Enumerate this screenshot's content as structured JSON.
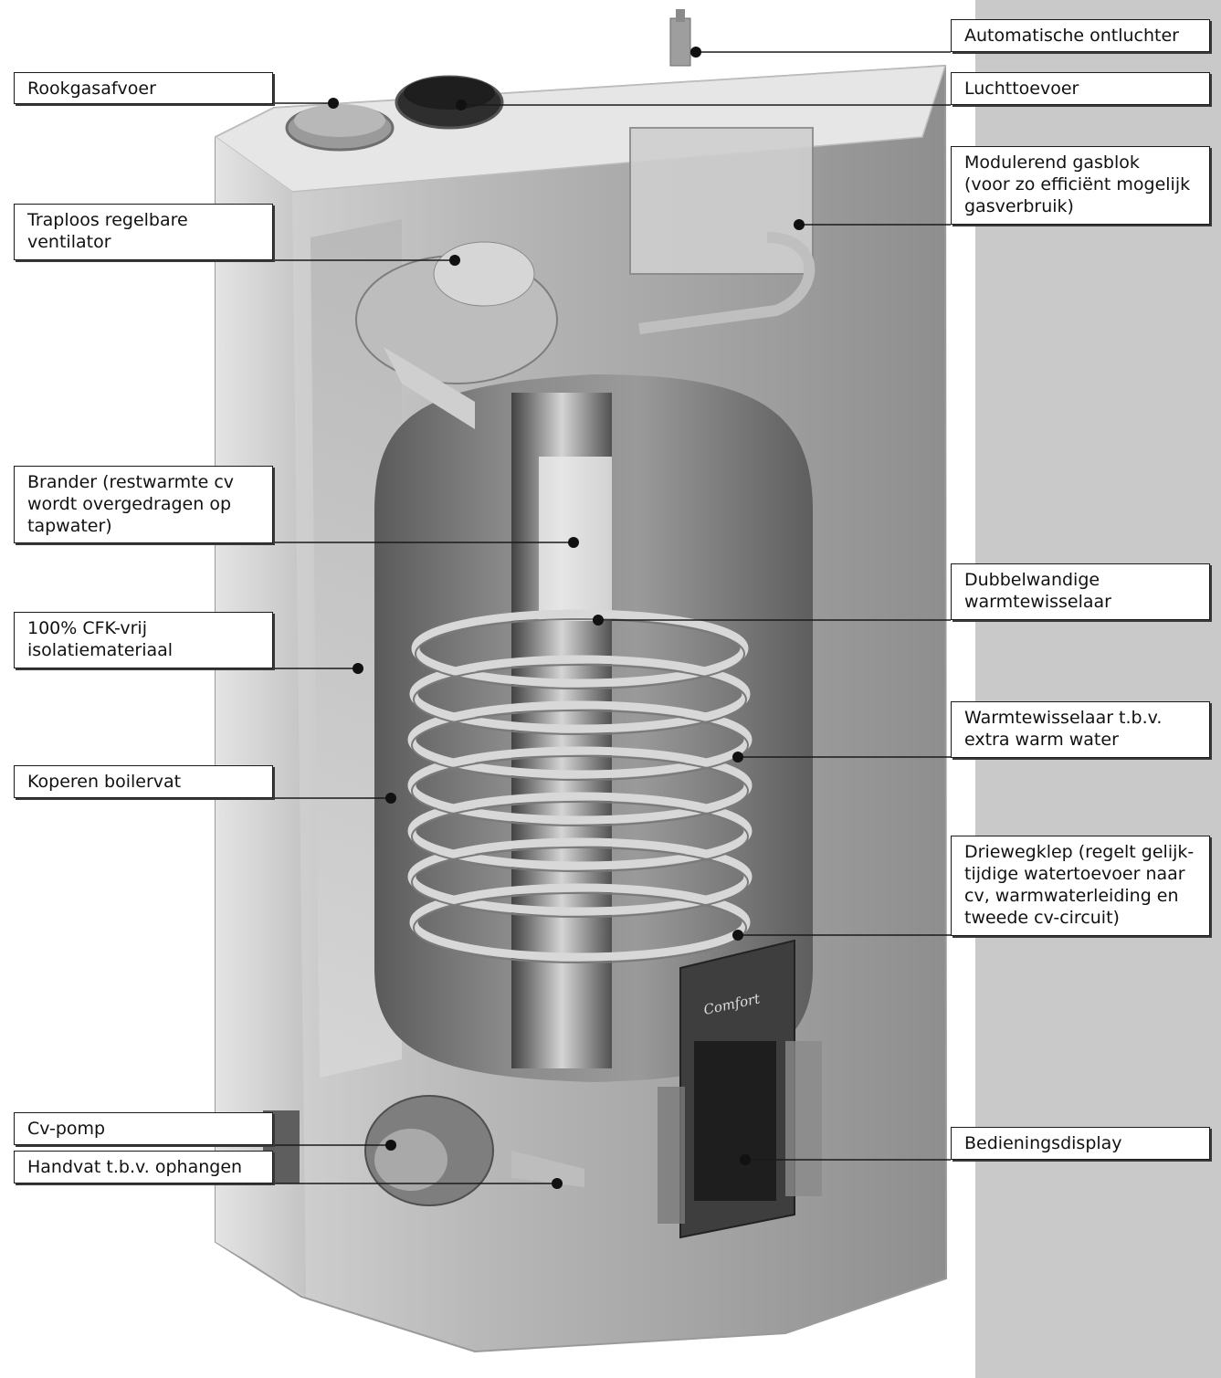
{
  "labels": {
    "rookgasafvoer": "Rookgasafvoer",
    "ventilator": "Traploos regelbare\nventilator",
    "brander": "Brander (restwarmte cv\nwordt overgedragen op\ntapwater)",
    "isolatie": "100% CFK-vrij\nisolatiemateriaal",
    "boilervat": "Koperen boilervat",
    "cvpomp": "Cv-pomp",
    "handvat": "Handvat t.b.v. ophangen",
    "ontluchter": "Automatische ontluchter",
    "luchttoevoer": "Luchttoevoer",
    "gasblok": "Modulerend gasblok\n(voor zo efficiënt mogelijk\ngasverbruik)",
    "dubbelwandige": "Dubbelwandige\nwarmtewisselaar",
    "warmtewisselaar": "Warmtewisselaar t.b.v.\nextra warm water",
    "driewegklep": "Driewegklep (regelt gelijk-\ntijdige watertoevoer naar\ncv, warmwaterleiding en\ntweede cv-circuit)",
    "display": "Bedieningsdisplay"
  },
  "panel_logo": "Comfort",
  "colors": {
    "background": "#ffffff",
    "right_band": "#c9c9c9",
    "leader": "#1a1a1a"
  }
}
